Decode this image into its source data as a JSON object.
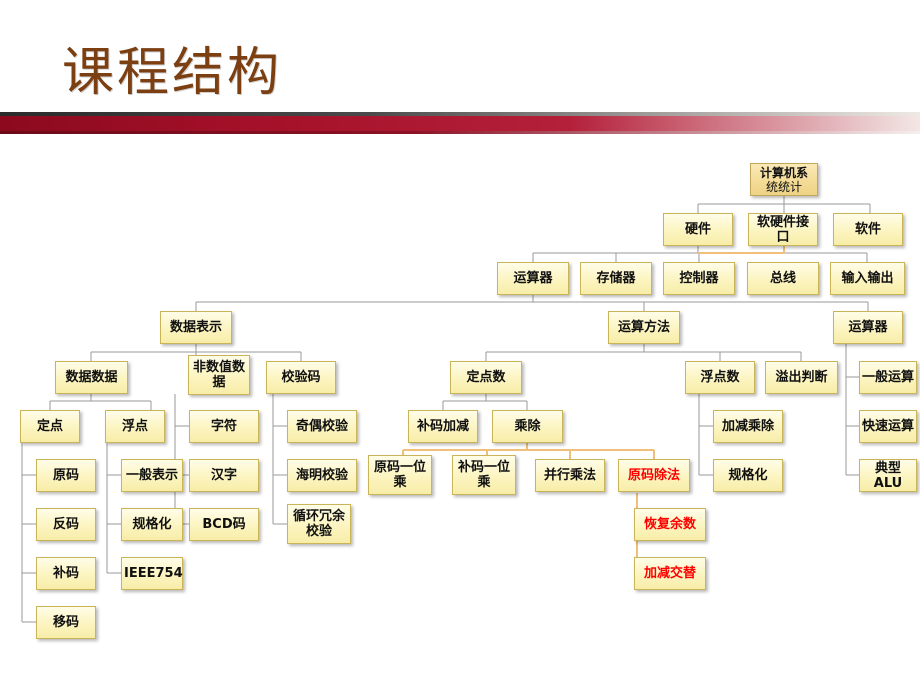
{
  "slide": {
    "title": "课程结构",
    "title_color": "#7B3F12",
    "accent_bar_color": "#A6112A",
    "highlight_color": "#FF0000",
    "node_fill": "#FCF4C0",
    "node_border": "#C9B458"
  },
  "diagram": {
    "type": "tree",
    "root": "计算机系统统计",
    "root_line1": "计算机系",
    "root_line2": "统统计",
    "nodes": {
      "root": "计算机系统统计",
      "hardware": "硬件",
      "hw_sw_interface": "软硬件接口",
      "software": "软件",
      "alu": "运算器",
      "memory": "存储器",
      "controller": "控制器",
      "bus": "总线",
      "io": "输入输出",
      "data_representation": "数据表示",
      "operation_method": "运算方法",
      "alu2": "运算器",
      "numeric_data": "数据数据",
      "nonnumeric_data": "非数值数据",
      "check_code": "校验码",
      "fixed_point_num": "定点数",
      "float_point_num": "浮点数",
      "overflow_judge": "溢出判断",
      "general_op": "一般运算",
      "fast_op": "快速运算",
      "typical_alu": "典型ALU",
      "fixed_point": "定点",
      "float_point": "浮点",
      "character": "字符",
      "parity_check": "奇偶校验",
      "original_code": "原码",
      "general_repr": "一般表示",
      "chinese_char": "汉字",
      "hamming_check": "海明校验",
      "inverse_code": "反码",
      "normalized": "规格化",
      "bcd_code": "BCD码",
      "crc_check": "循环冗余校验",
      "complement_code": "补码",
      "ieee754": "IEEE754",
      "offset_code": "移码",
      "complement_addsub": "补码加减",
      "mul_div": "乘除",
      "addsub_muldiv": "加减乘除",
      "fp_normalized": "规格化",
      "orig_1bit_mul": "原码一位乘",
      "comp_1bit_mul": "补码一位乘",
      "parallel_mul": "并行乘法",
      "orig_division": "原码除法",
      "restore_remainder": "恢复余数",
      "addsub_alternate": "加减交替"
    },
    "highlighted_nodes": [
      "原码除法",
      "恢复余数",
      "加减交替"
    ],
    "edges": [
      [
        "计算机系统统计",
        "硬件"
      ],
      [
        "计算机系统统计",
        "软硬件接口"
      ],
      [
        "计算机系统统计",
        "软件"
      ],
      [
        "硬件",
        "运算器"
      ],
      [
        "硬件",
        "存储器"
      ],
      [
        "硬件",
        "控制器"
      ],
      [
        "硬件",
        "总线"
      ],
      [
        "硬件",
        "输入输出"
      ],
      [
        "运算器",
        "数据表示"
      ],
      [
        "运算器",
        "运算方法"
      ],
      [
        "运算器",
        "运算器(下)"
      ],
      [
        "数据表示",
        "数据数据"
      ],
      [
        "数据表示",
        "非数值数据"
      ],
      [
        "数据表示",
        "校验码"
      ],
      [
        "数据数据",
        "定点"
      ],
      [
        "数据数据",
        "浮点"
      ],
      [
        "非数值数据",
        "字符"
      ],
      [
        "非数值数据",
        "汉字"
      ],
      [
        "非数值数据",
        "BCD码"
      ],
      [
        "校验码",
        "奇偶校验"
      ],
      [
        "校验码",
        "海明校验"
      ],
      [
        "校验码",
        "循环冗余校验"
      ],
      [
        "定点",
        "原码"
      ],
      [
        "定点",
        "反码"
      ],
      [
        "定点",
        "补码"
      ],
      [
        "定点",
        "移码"
      ],
      [
        "浮点",
        "一般表示"
      ],
      [
        "浮点",
        "规格化"
      ],
      [
        "浮点",
        "IEEE754"
      ],
      [
        "运算方法",
        "定点数"
      ],
      [
        "运算方法",
        "浮点数"
      ],
      [
        "运算方法",
        "溢出判断"
      ],
      [
        "定点数",
        "补码加减"
      ],
      [
        "定点数",
        "乘除"
      ],
      [
        "乘除",
        "原码一位乘"
      ],
      [
        "乘除",
        "补码一位乘"
      ],
      [
        "乘除",
        "并行乘法"
      ],
      [
        "乘除",
        "原码除法"
      ],
      [
        "原码除法",
        "恢复余数"
      ],
      [
        "原码除法",
        "加减交替"
      ],
      [
        "浮点数",
        "加减乘除"
      ],
      [
        "浮点数",
        "规格化"
      ],
      [
        "运算器(下)",
        "一般运算"
      ],
      [
        "运算器(下)",
        "快速运算"
      ],
      [
        "运算器(下)",
        "典型ALU"
      ]
    ]
  }
}
